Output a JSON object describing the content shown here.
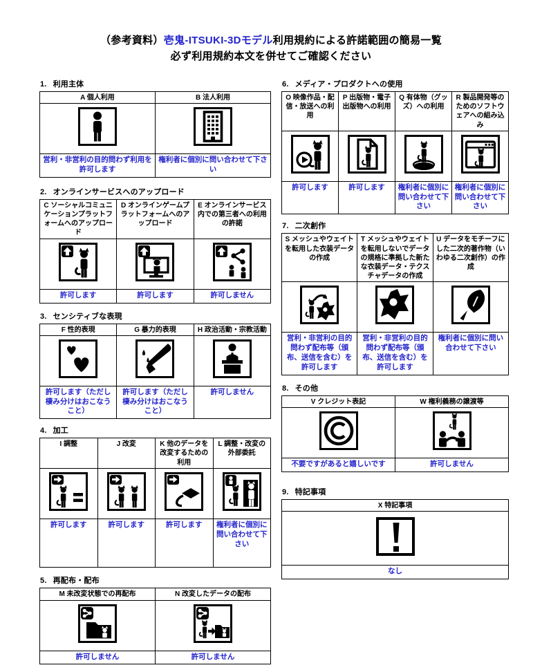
{
  "title": {
    "prefix": "（参考資料）",
    "model_name": "壱鬼-ITSUKI-3Dモデル",
    "suffix": "利用規約による許諾範囲の簡易一覧",
    "subtitle": "必ず利用規約本文を併せてご確認ください"
  },
  "colors": {
    "accent_blue": "#2323cc",
    "text_black": "#000000",
    "background": "#ffffff"
  },
  "sections": [
    {
      "number": "1.",
      "title": "利用主体",
      "items": [
        {
          "header": "A 個人利用",
          "icon": "person-icon",
          "result": "営利・非営利の目的問わず利用を許可します"
        },
        {
          "header": "B 法人利用",
          "icon": "building-icon",
          "result": "権利者に個別に問い合わせて下さい"
        }
      ]
    },
    {
      "number": "2.",
      "title": "オンラインサービスへのアップロード",
      "items": [
        {
          "header": "C ソーシャルコミュニケーションプラットフォームへのアップロード",
          "icon": "upload-cat-icon",
          "result": "許可します"
        },
        {
          "header": "D オンラインゲームプラットフォームへのアップロード",
          "icon": "upload-game-monitor-icon",
          "result": "許可します"
        },
        {
          "header": "E オンラインサービス内での第三者への利用の許諾",
          "icon": "upload-share-people-icon",
          "result": "許可しません"
        }
      ]
    },
    {
      "number": "3.",
      "title": "センシティブな表現",
      "items": [
        {
          "header": "F 性的表現",
          "icon": "hearts-icon",
          "result": "許可します（ただし棲み分けはおこなうこと）"
        },
        {
          "header": "G 暴力的表現",
          "icon": "bloody-knife-icon",
          "result": "許可します（ただし棲み分けはおこなうこと）"
        },
        {
          "header": "H 政治活動・宗教活動",
          "icon": "podium-speaker-icon",
          "result": "許可しません"
        }
      ]
    },
    {
      "number": "4.",
      "title": "加工",
      "items": [
        {
          "header": "I 調整",
          "icon": "adjust-equals-cat-icon",
          "result": "許可します"
        },
        {
          "header": "J 改変",
          "icon": "modify-two-cats-icon",
          "result": "許可します"
        },
        {
          "header": "K 他のデータを改変するための利用",
          "icon": "accessory-bow-icon",
          "result": "許可します"
        },
        {
          "header": "L 調整・改変の外部委託",
          "icon": "outsource-doorway-icon",
          "result": "権利者に個別に問い合わせて下さい"
        }
      ]
    },
    {
      "number": "5.",
      "title": "再配布・配布",
      "items": [
        {
          "header": "M 未改変状態での再配布",
          "icon": "share-folder-cat-icon",
          "result": "許可しません"
        },
        {
          "header": "N 改変したデータの配布",
          "icon": "share-modified-folder-icon",
          "result": "許可しません"
        }
      ]
    },
    {
      "number": "6.",
      "title": "メディア・プロダクトへの使用",
      "items": [
        {
          "header": "O 映像作品・配信・放送への利用",
          "icon": "video-play-cat-icon",
          "result": "許可します"
        },
        {
          "header": "P 出版物・電子出版物への利用",
          "icon": "publication-page-cat-icon",
          "result": "許可します"
        },
        {
          "header": "Q 有体物（グッズ）への利用",
          "icon": "goods-figurine-icon",
          "result": "権利者に個別に問い合わせて下さい"
        },
        {
          "header": "R 製品開発等のためのソフトウェアへの組み込み",
          "icon": "software-window-cat-icon",
          "result": "権利者に個別に問い合わせて下さい"
        }
      ]
    },
    {
      "number": "7.",
      "title": "二次創作",
      "items": [
        {
          "header": "S メッシュやウェイトを転用した衣装データの作成",
          "icon": "costume-reuse-icon",
          "result": "営利・非営利の目的問わず配布等（頒布、送信を含む）を許可します"
        },
        {
          "header": "T メッシュやウェイトを転用しないでデータの規格に準拠した新たな衣装データ・テクスチャデータの作成",
          "icon": "costume-new-icon",
          "result": "営利・非営利の目的問わず配布等（頒布、送信を含む）を許可します"
        },
        {
          "header": "U データをモチーフにした二次的著作物（いわゆる二次創作）の作成",
          "icon": "fountain-pen-icon",
          "result": "権利者に個別に問い合わせて下さい"
        }
      ]
    },
    {
      "number": "8.",
      "title": "その他",
      "items": [
        {
          "header": "V クレジット表記",
          "icon": "copyright-icon",
          "result": "不要ですがあると嬉しいです"
        },
        {
          "header": "W 権利義務の譲渡等",
          "icon": "rights-transfer-icon",
          "result": "許可しません"
        }
      ]
    },
    {
      "number": "9.",
      "title": "特記事項",
      "items": [
        {
          "header": "X 特記事項",
          "icon": "exclamation-icon",
          "result": "なし"
        }
      ]
    }
  ]
}
